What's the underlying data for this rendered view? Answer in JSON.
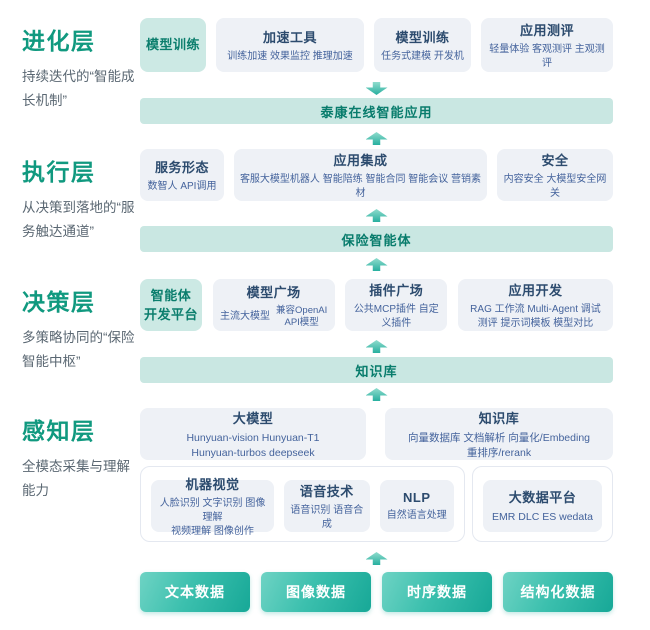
{
  "layers": {
    "evolution": {
      "title": "进化层",
      "desc": "持续迭代的“智能成长机制”"
    },
    "execution": {
      "title": "执行层",
      "desc": "从决策到落地的“服务触达通道”"
    },
    "decision": {
      "title": "决策层",
      "desc": "多策略协同的“保险智能中枢”"
    },
    "perception": {
      "title": "感知层",
      "desc": "全模态采集与理解能力"
    }
  },
  "banners": {
    "app": "泰康在线智能应用",
    "agent": "保险智能体",
    "knowledge": "知识库"
  },
  "boxes": {
    "evolution": [
      {
        "title": "模型训练"
      },
      {
        "title": "加速工具",
        "sub": [
          "训练加速 效果监控 推理加速"
        ]
      },
      {
        "title": "模型训练",
        "sub": [
          "任务式建模 开发机"
        ]
      },
      {
        "title": "应用测评",
        "sub": [
          "轻量体验 客观测评 主观测评"
        ]
      }
    ],
    "execution": [
      {
        "title": "服务形态",
        "sub": [
          "数智人 API调用"
        ]
      },
      {
        "title": "应用集成",
        "sub": [
          "客服大模型机器人 智能陪练 智能合同 智能会议 营销素材"
        ]
      },
      {
        "title": "安全",
        "sub": [
          "内容安全 大模型安全网关"
        ]
      }
    ],
    "decision": [
      {
        "lines": [
          "智能体",
          "开发平台"
        ]
      },
      {
        "title": "模型广场",
        "sub_main": "主流大模型",
        "sub_stack": [
          "兼容OpenAI",
          "API模型"
        ]
      },
      {
        "title": "插件广场",
        "sub": [
          "公共MCP插件 自定义插件"
        ]
      },
      {
        "title": "应用开发",
        "sub": [
          "RAG 工作流 Multi-Agent 调试",
          "测评 提示词模板 模型对比"
        ]
      }
    ],
    "perception_row1": [
      {
        "title": "大模型",
        "sub": [
          "Hunyuan-vision Hunyuan-T1",
          "Hunyuan-turbos deepseek"
        ]
      },
      {
        "title": "知识库",
        "sub": [
          "向量数据库 文档解析 向量化/Embeding",
          "重排序/rerank"
        ]
      }
    ],
    "perception_group1": [
      {
        "title": "机器视觉",
        "sub": [
          "人脸识别 文字识别 图像理解",
          "视频理解 图像创作"
        ]
      },
      {
        "title": "语音技术",
        "sub": [
          "语音识别 语音合成"
        ]
      },
      {
        "title": "NLP",
        "sub": [
          "自然语言处理"
        ]
      }
    ],
    "perception_group2": [
      {
        "title": "大数据平台",
        "sub": [
          "EMR DLC ES wedata"
        ]
      }
    ]
  },
  "data_buttons": [
    "文本数据",
    "图像数据",
    "时序数据",
    "结构化数据"
  ],
  "colors": {
    "layer_title": "#10997f",
    "layer_desc": "#5a6772",
    "box_bg": "#eef1f6",
    "box_title": "#2c4b6e",
    "box_sub": "#44639c",
    "teal_box_bg": "#cce9e4",
    "teal_box_text": "#0b7e6d",
    "banner_bg": "#c9e7e2",
    "banner_text": "#087c6c",
    "arrow_gradient": [
      "#90dccd",
      "#27af9f"
    ],
    "button_gradient": [
      "#6ed3c4",
      "#17a897"
    ],
    "button_text": "#ffffff"
  }
}
